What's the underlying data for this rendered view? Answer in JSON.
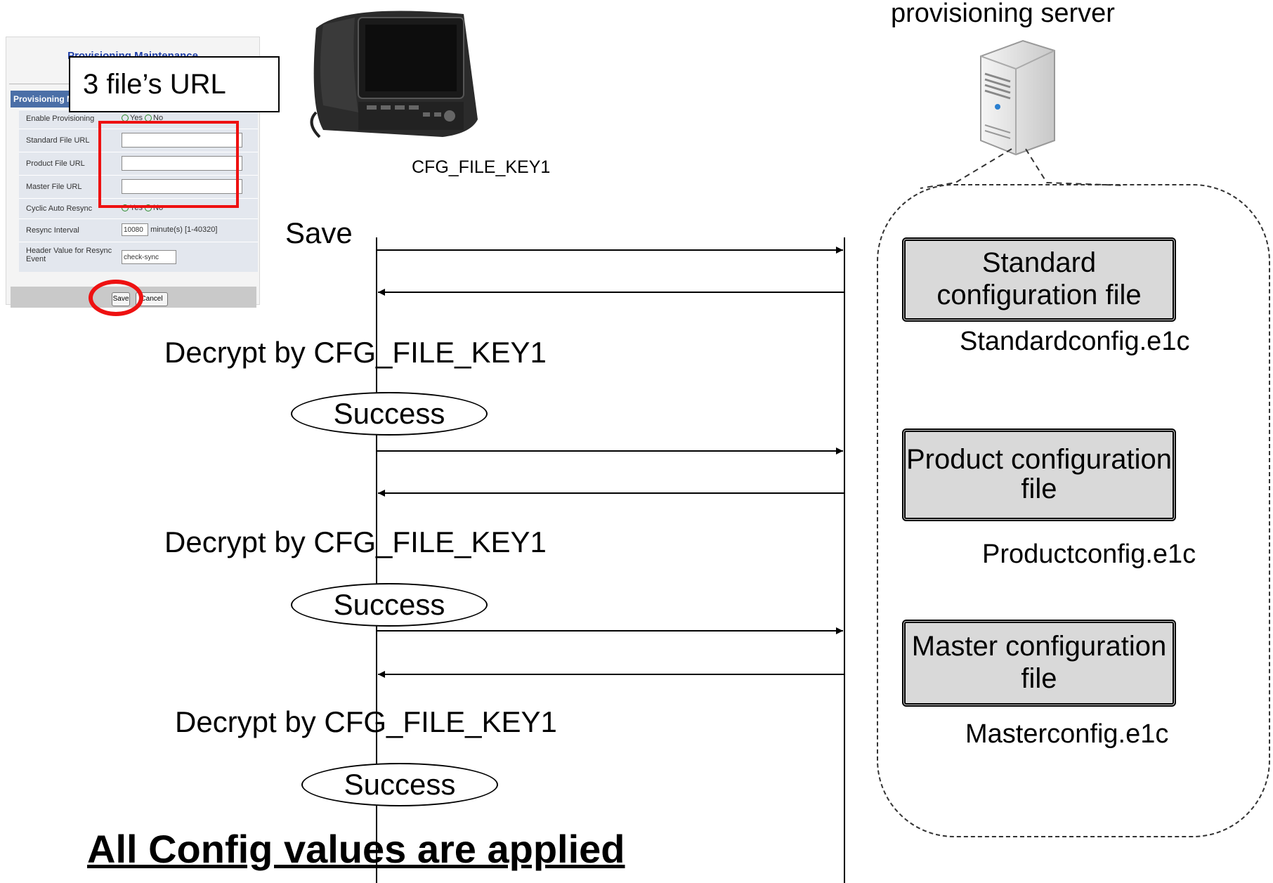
{
  "panel": {
    "title": "Provisioning Maintenance",
    "section": "Provisioning Maint",
    "rows": [
      {
        "label": "Enable Provisioning",
        "yes": "Yes",
        "no": "No"
      },
      {
        "label": "Standard File URL",
        "value": ""
      },
      {
        "label": "Product File URL",
        "value": ""
      },
      {
        "label": "Master File URL",
        "value": ""
      },
      {
        "label": "Cyclic Auto Resync",
        "yes": "Yes",
        "no": "No"
      },
      {
        "label": "Resync Interval",
        "value": "10080",
        "unit": "minute(s) [1-40320]"
      },
      {
        "label": "Header Value for Resync Event",
        "value": "check-sync"
      }
    ],
    "save_label": "Save",
    "cancel_label": "Cancel"
  },
  "callout": "3 file’s URL",
  "phone_label": "CFG_FILE_KEY1",
  "server_label": "provisioning server",
  "files": [
    {
      "title": "Standard configuration file",
      "filename": "Standardconfig.e1c"
    },
    {
      "title": "Product configuration file",
      "filename": "Productconfig.e1c"
    },
    {
      "title": "Master configuration file",
      "filename": "Masterconfig.e1c"
    }
  ],
  "sequence": {
    "save": "Save",
    "decrypt": [
      "Decrypt by CFG_FILE_KEY1",
      "Decrypt by CFG_FILE_KEY1",
      "Decrypt by CFG_FILE_KEY1"
    ],
    "success": [
      "Success",
      "Success",
      "Success"
    ]
  },
  "footer": "All Config values are applied",
  "colors": {
    "highlight": "#ee1111",
    "section_bar": "#4b6fa7",
    "file_box": "#d9d9d9"
  }
}
